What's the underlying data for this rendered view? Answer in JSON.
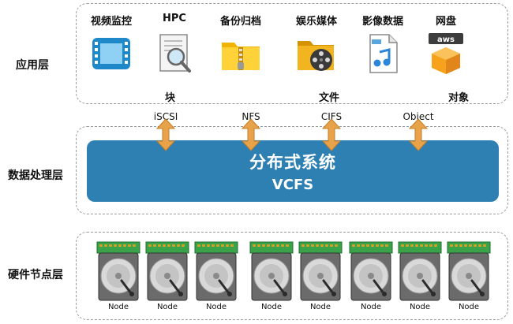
{
  "layers": {
    "application": "应用层",
    "processing": "数据处理层",
    "hardware": "硬件节点层"
  },
  "apps": [
    {
      "name": "视频监控",
      "icon": "film-icon"
    },
    {
      "name": "HPC",
      "icon": "magnifier-document-icon"
    },
    {
      "name": "备份归档",
      "icon": "zip-folder-icon"
    },
    {
      "name": "娱乐媒体",
      "icon": "film-reel-folder-icon"
    },
    {
      "name": "影像数据",
      "icon": "music-file-icon"
    },
    {
      "name": "网盘",
      "icon": "aws-box-icon",
      "badge": "aws"
    }
  ],
  "captions": {
    "block": "块",
    "file": "文件",
    "object": "对象"
  },
  "protocols": [
    "iSCSI",
    "NFS",
    "CIFS",
    "Object"
  ],
  "core": {
    "title": "分布式系统",
    "subtitle": "VCFS"
  },
  "nodes": [
    "Node",
    "Node",
    "Node",
    "Node",
    "Node",
    "Node",
    "Node",
    "Node"
  ],
  "colors": {
    "core_fill": "#2e7fb2",
    "arrow": "#e8a24a",
    "board": "#3aa34a"
  }
}
